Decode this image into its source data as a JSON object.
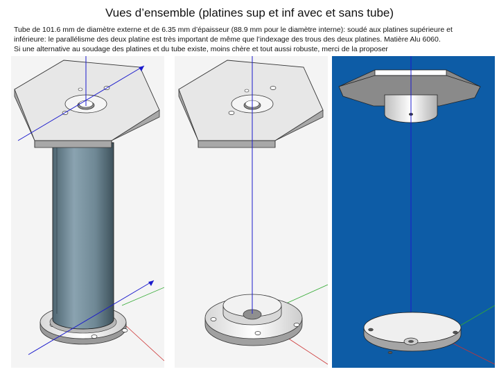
{
  "title": "Vues d’ensemble (platines sup et inf avec et sans tube)",
  "description": {
    "line1": "Tube de 101.6 mm de diamètre externe et de 6.35 mm d’épaisseur (88.9 mm pour le diamètre interne):  soudé aux platines supérieure et",
    "line2": "inférieure: le parallélisme des deux platine est très important de même que l’indexage des trous des deux platines. Matière Alu 6060.",
    "line3": "Si une alternative au soudage des platines et du tube existe, moins chère et tout aussi robuste, merci de la proposer"
  },
  "views": {
    "with_tube": {
      "background": "#f4f4f4"
    },
    "without_tube": {
      "background": "#f4f4f4"
    },
    "bottom_view": {
      "background": "#0d5ca6"
    }
  },
  "colors": {
    "axis_blue": "#1a1acc",
    "axis_red": "#cc3333",
    "axis_green": "#33aa33",
    "tube": "#6f8895"
  }
}
